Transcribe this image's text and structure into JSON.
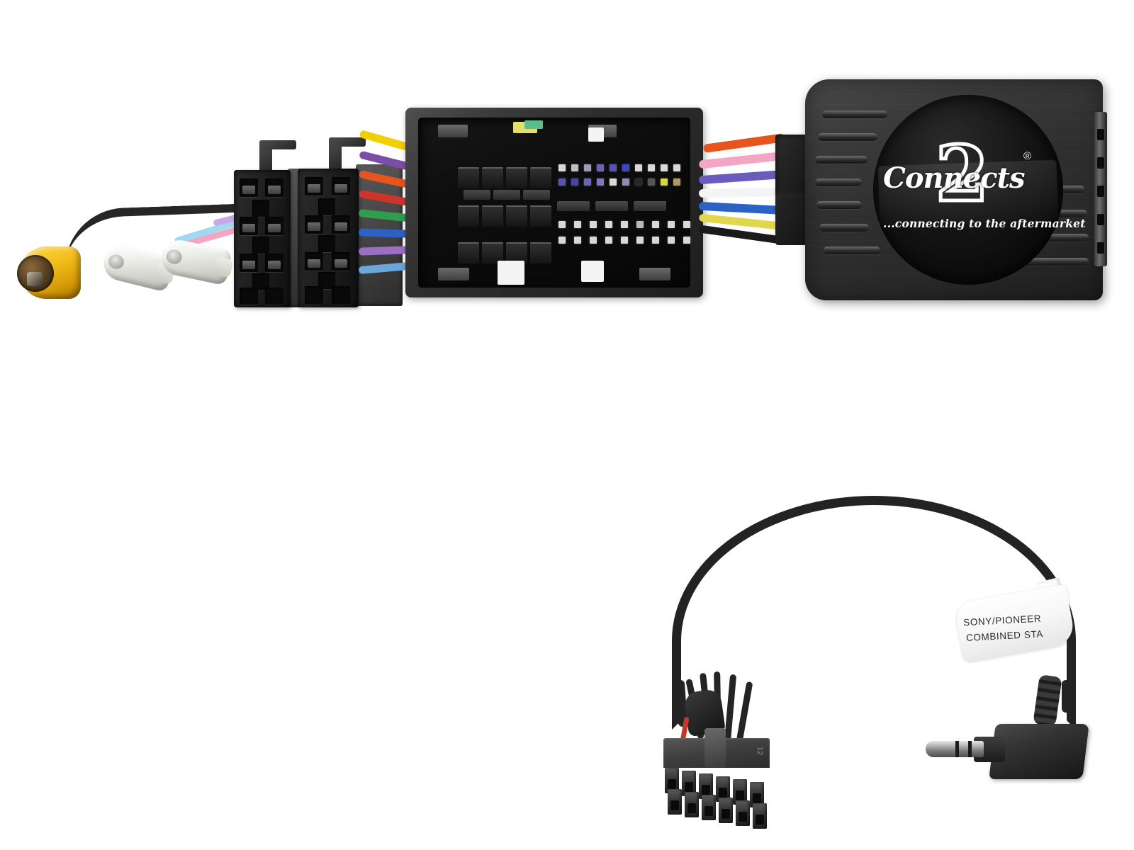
{
  "product": {
    "title": "Connects2 steering wheel control interface harness",
    "brand_logo": {
      "script_text": "Connects",
      "numeral": "2",
      "registered_mark": "®",
      "tagline": "...connecting to the aftermarket",
      "logo_color": "#ffffff",
      "disc_color": "#0a0a0a"
    },
    "module": {
      "name": "swc-interface-module",
      "body_color": "#2f2f2f",
      "rib_count": 6
    },
    "components": [
      {
        "id": "rca-video-plug",
        "label": "Yellow RCA video plug",
        "color": "#f0c117"
      },
      {
        "id": "bullet-connector-1",
        "label": "White bullet connector",
        "color": "#f2f2ee"
      },
      {
        "id": "bullet-connector-2",
        "label": "White bullet connector",
        "color": "#f2f2ee"
      },
      {
        "id": "iso-connector-a",
        "label": "ISO power connector block",
        "color": "#1d1d1d"
      },
      {
        "id": "iso-connector-b",
        "label": "ISO speaker connector block",
        "color": "#1d1d1d"
      },
      {
        "id": "quadlock-connector",
        "label": "Quadlock vehicle connector",
        "color": "#262626"
      },
      {
        "id": "stalk-adapter-cable",
        "label": "Stalk adapter patch lead",
        "color": "#232323"
      },
      {
        "id": "molex-12pin",
        "label": "12 pin molex plug",
        "color": "#3a3a3a"
      },
      {
        "id": "jack-3-5mm",
        "label": "3.5 mm right angle jack",
        "color": "#242424"
      }
    ],
    "wire_colors": [
      "#f0d000",
      "#7b4fa8",
      "#e8541d",
      "#d0332a",
      "#2f9e4f",
      "#2b62c4",
      "#f0a0c8",
      "#ffffff",
      "#4aa8e0",
      "#1a1a1a"
    ],
    "bullet_wire_colors": [
      "#f2a6c4",
      "#9fd9ef"
    ]
  },
  "stalk_label": {
    "line1": "SONY/PIONEER",
    "line2": "COMBINED STA"
  },
  "molex": {
    "pin_count": 12,
    "marking": "12",
    "red_wire_color": "#c0392b"
  },
  "background": {
    "color": "#ffffff"
  }
}
